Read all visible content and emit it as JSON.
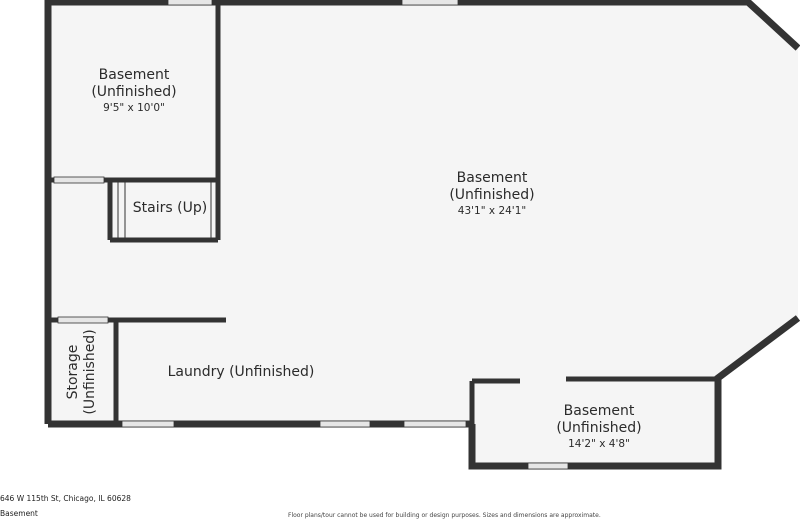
{
  "colors": {
    "wall": "#333333",
    "floor": "#f5f5f5",
    "window": "#e6e6e6",
    "text": "#2b2b2b"
  },
  "rooms": {
    "basement_small": {
      "name_line1": "Basement",
      "name_line2": "(Unfinished)",
      "dims": "9'5\" x 10'0\""
    },
    "basement_main": {
      "name_line1": "Basement",
      "name_line2": "(Unfinished)",
      "dims": "43'1\" x 24'1\""
    },
    "stairs": {
      "name": "Stairs (Up)"
    },
    "storage": {
      "name_line1": "Storage",
      "name_line2": "(Unfinished)"
    },
    "laundry": {
      "name": "Laundry (Unfinished)"
    },
    "basement_lower": {
      "name_line1": "Basement",
      "name_line2": "(Unfinished)",
      "dims": "14'2\" x 4'8\""
    }
  },
  "footer": {
    "address": "646 W 115th St, Chicago, IL 60628",
    "level": "Basement",
    "disclaimer": "Floor plans/tour cannot be used for building or design purposes. Sizes and dimensions are approximate."
  }
}
